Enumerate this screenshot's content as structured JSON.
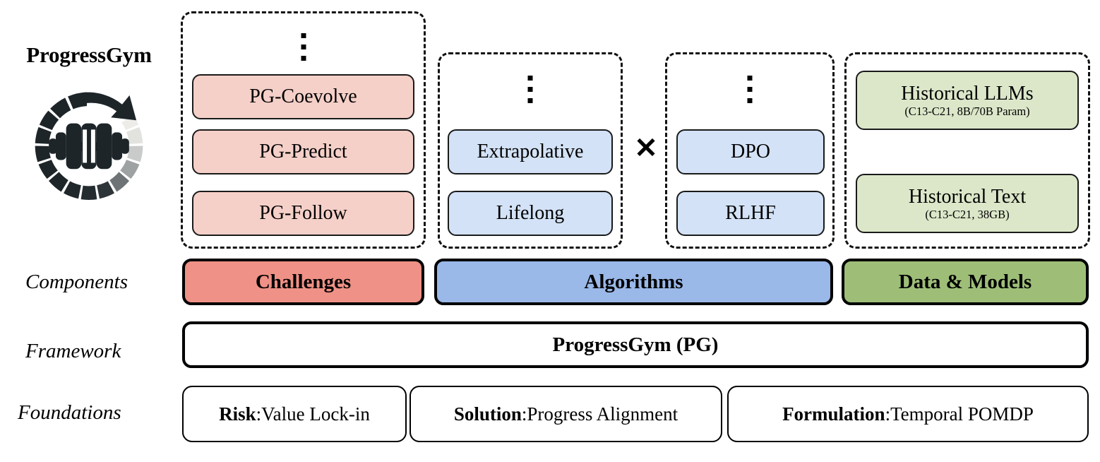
{
  "brand": {
    "title": "ProgressGym",
    "logo_icon": "progress-gym-dumbbell-circular-arrow-logo"
  },
  "row_labels": {
    "components": "Components",
    "framework": "Framework",
    "foundations": "Foundations"
  },
  "symbols": {
    "vertical_ellipsis": "vertical-ellipsis-icon",
    "multiply": "✕"
  },
  "colors": {
    "challenges_light": "#f5d0c8",
    "challenges_solid": "#ef9186",
    "algorithms_light": "#d3e2f6",
    "algorithms_solid": "#9ab8e8",
    "data_light": "#dce7c9",
    "data_solid": "#9ebe78",
    "outline": "#000000",
    "background": "#ffffff"
  },
  "groups": {
    "challenges": {
      "has_ellipsis": true,
      "items": [
        {
          "title": "PG-Coevolve",
          "sub": ""
        },
        {
          "title": "PG-Predict",
          "sub": ""
        },
        {
          "title": "PG-Follow",
          "sub": ""
        }
      ]
    },
    "algorithm_type": {
      "has_ellipsis": true,
      "items": [
        {
          "title": "Extrapolative",
          "sub": ""
        },
        {
          "title": "Lifelong",
          "sub": ""
        }
      ]
    },
    "algorithm_method": {
      "has_ellipsis": true,
      "items": [
        {
          "title": "DPO",
          "sub": ""
        },
        {
          "title": "RLHF",
          "sub": ""
        }
      ]
    },
    "data_models": {
      "has_ellipsis": false,
      "items": [
        {
          "title": "Historical LLMs",
          "sub": "(C13-C21, 8B/70B Param)"
        },
        {
          "title": "Historical Text",
          "sub": "(C13-C21, 38GB)"
        }
      ]
    }
  },
  "components": [
    {
      "label": "Challenges"
    },
    {
      "label": "Algorithms"
    },
    {
      "label": "Data & Models"
    }
  ],
  "framework": {
    "label": "ProgressGym (PG)"
  },
  "foundations": [
    {
      "key": "Risk",
      "sep": ": ",
      "value": "Value Lock-in"
    },
    {
      "key": "Solution",
      "sep": ": ",
      "value": "Progress Alignment"
    },
    {
      "key": "Formulation",
      "sep": ": ",
      "value": "Temporal POMDP"
    }
  ]
}
